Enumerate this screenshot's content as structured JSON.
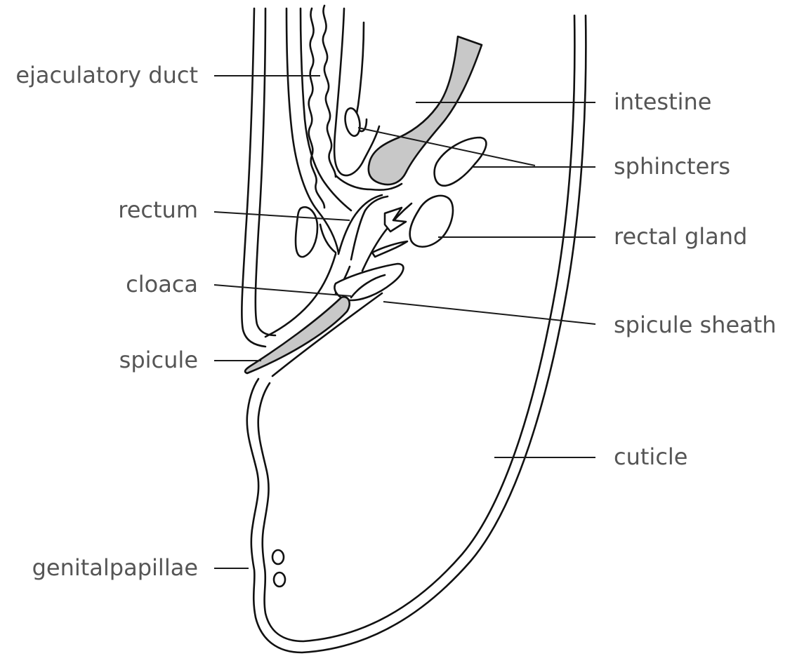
{
  "diagram": {
    "labels": {
      "ejaculatory_duct": "ejaculatory duct",
      "intestine": "intestine",
      "sphincters": "sphincters",
      "rectum": "rectum",
      "rectal_gland": "rectal gland",
      "cloaca": "cloaca",
      "spicule_sheath": "spicule sheath",
      "spicule": "spicule",
      "cuticle": "cuticle",
      "genital_papillae": "genitalpapillae"
    },
    "colors": {
      "outline": "#111111",
      "shading": "#c8c8c8",
      "label_text": "#555555"
    }
  }
}
